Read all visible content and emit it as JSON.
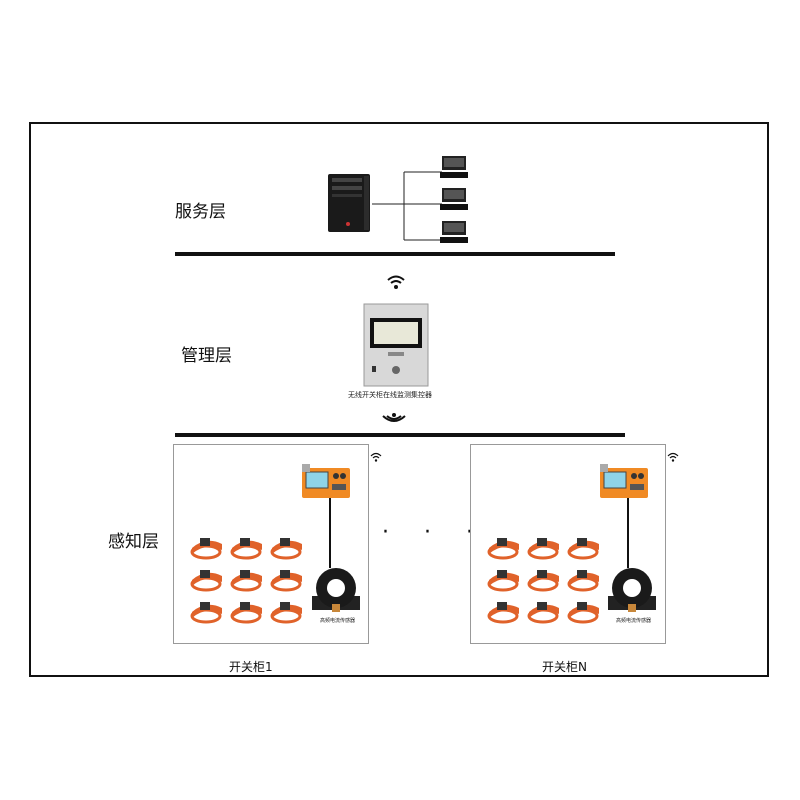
{
  "layers": {
    "service": "服务层",
    "management": "管理层",
    "perception": "感知层"
  },
  "controller_caption": "无线开关柜在线监测集控器",
  "ct_caption": "高频电流传感器",
  "cabinets": {
    "first": "开关柜1",
    "last": "开关柜N"
  },
  "ellipsis": "· · ·",
  "colors": {
    "sensor_orange": "#e0622a",
    "device_orange": "#f08a24",
    "screen_blue": "#8fd3e8"
  }
}
